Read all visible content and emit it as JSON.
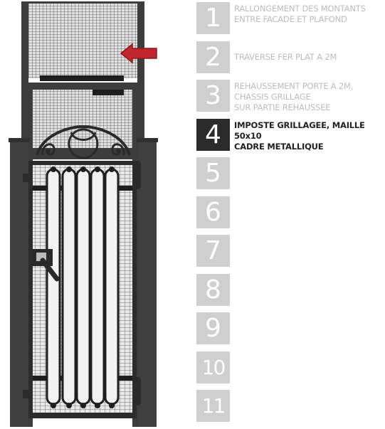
{
  "steps": [
    {
      "number": "1",
      "label": "RALLONGEMENT DES MONTANTS\nENTRE FACADE ET PLAFOND",
      "active": false
    },
    {
      "number": "2",
      "label": "TRAVERSE FER PLAT A 2M",
      "active": false
    },
    {
      "number": "3",
      "label": "REHAUSSEMENT PORTE A 2M,\nCHASSIS GRILLAGE\nSUR PARTIE REHAUSSEE",
      "active": false
    },
    {
      "number": "4",
      "label": "IMPOSTE GRILLAGEE, MAILLE 50x10\nCADRE METALLIQUE",
      "active": true
    },
    {
      "number": "5",
      "label": "",
      "active": false
    },
    {
      "number": "6",
      "label": "",
      "active": false
    },
    {
      "number": "7",
      "label": "",
      "active": false
    },
    {
      "number": "8",
      "label": "",
      "active": false
    },
    {
      "number": "9",
      "label": "",
      "active": false
    },
    {
      "number": "10",
      "label": "",
      "active": false
    },
    {
      "number": "11",
      "label": "",
      "active": false
    }
  ],
  "colors": {
    "frame": "#3d3d3d",
    "mesh_background": "#e6e6e6",
    "mesh_lines": "#4a4a4a",
    "arrow": "#c0262c",
    "step_inactive": "#cfcfcf",
    "step_active": "#2b2b2b"
  },
  "icons": {
    "pointer": "arrow-left-icon",
    "handle": "door-handle-icon"
  }
}
